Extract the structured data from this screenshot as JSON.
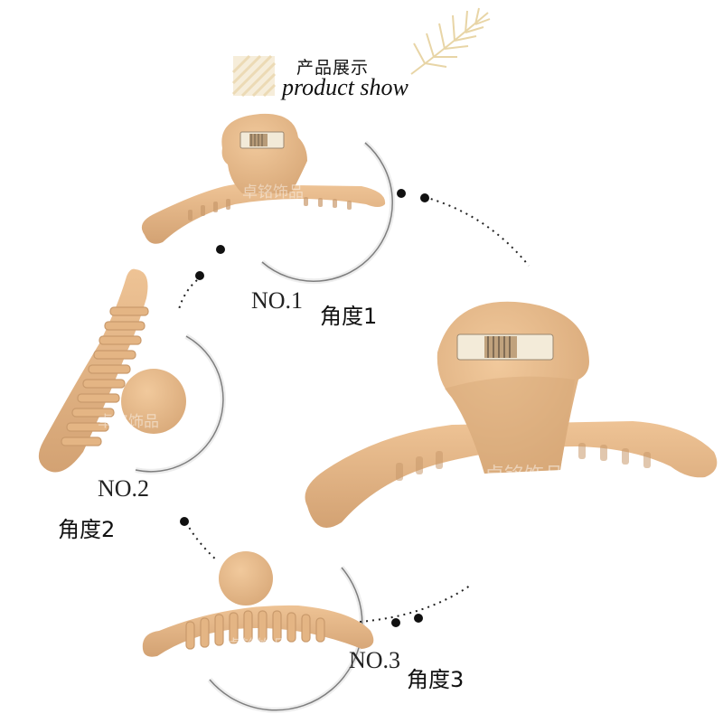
{
  "header": {
    "title_cn": "产品展示",
    "title_en": "product show"
  },
  "views": [
    {
      "number": "NO.1",
      "label": "角度1"
    },
    {
      "number": "NO.2",
      "label": "角度2"
    },
    {
      "number": "NO.3",
      "label": "角度3"
    }
  ],
  "watermark": "卓铭饰品",
  "colors": {
    "clip": "#E7B888",
    "clip_shadow": "#C99A6C",
    "accent_leaf": "#EBD9AE",
    "accent_stripes": "#F1E3C4",
    "dots": "#111111"
  },
  "icons": [
    "leaf-icon",
    "diagonal-stripes-icon"
  ]
}
